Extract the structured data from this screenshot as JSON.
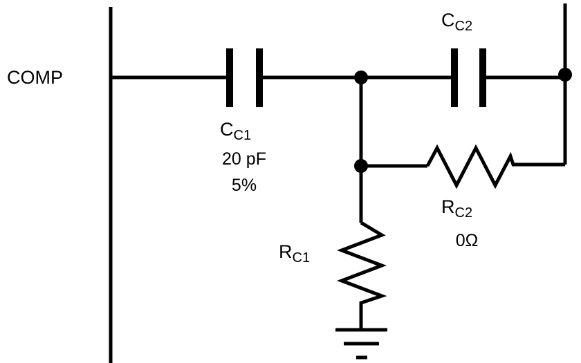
{
  "net_label": "COMP",
  "components": {
    "cc1": {
      "name": "C",
      "sub": "C1",
      "value": "20 pF",
      "tolerance": "5%"
    },
    "cc2": {
      "name": "C",
      "sub": "C2"
    },
    "rc1": {
      "name": "R",
      "sub": "C1"
    },
    "rc2": {
      "name": "R",
      "sub": "C2",
      "value": "0Ω"
    }
  }
}
